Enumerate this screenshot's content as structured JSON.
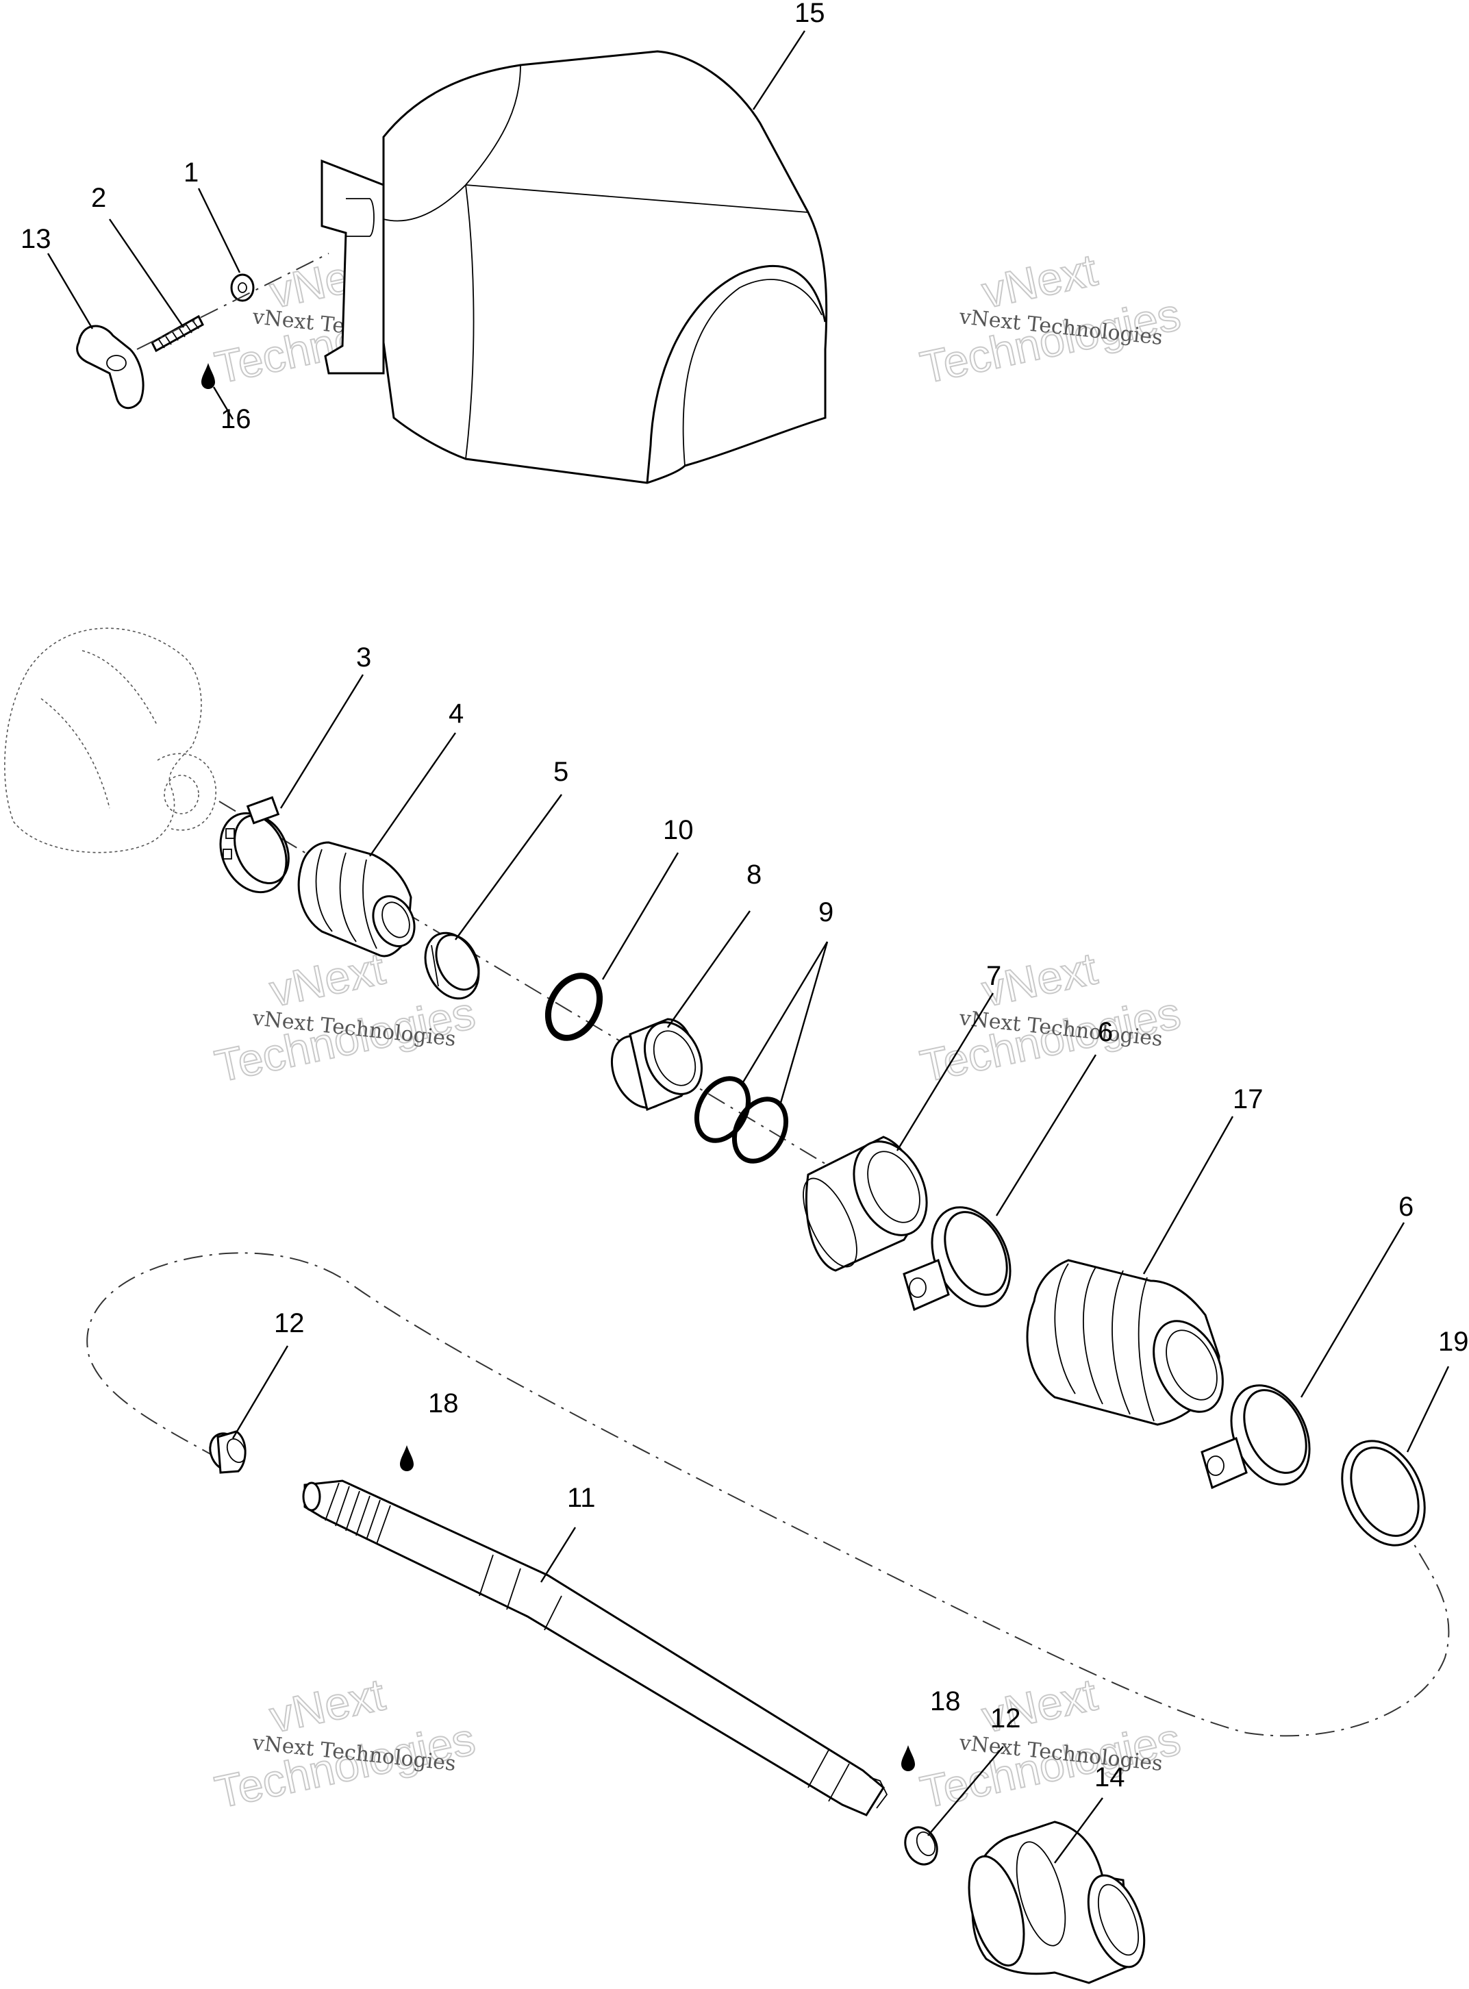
{
  "callouts": [
    {
      "id": "15",
      "label": "15"
    },
    {
      "id": "1",
      "label": "1"
    },
    {
      "id": "2",
      "label": "2"
    },
    {
      "id": "13",
      "label": "13"
    },
    {
      "id": "16",
      "label": "16"
    },
    {
      "id": "3",
      "label": "3"
    },
    {
      "id": "4",
      "label": "4"
    },
    {
      "id": "5",
      "label": "5"
    },
    {
      "id": "10",
      "label": "10"
    },
    {
      "id": "8",
      "label": "8"
    },
    {
      "id": "9",
      "label": "9"
    },
    {
      "id": "7",
      "label": "7"
    },
    {
      "id": "6a",
      "label": "6"
    },
    {
      "id": "17",
      "label": "17"
    },
    {
      "id": "6b",
      "label": "6"
    },
    {
      "id": "19",
      "label": "19"
    },
    {
      "id": "12a",
      "label": "12"
    },
    {
      "id": "18a",
      "label": "18"
    },
    {
      "id": "11",
      "label": "11"
    },
    {
      "id": "18b",
      "label": "18"
    },
    {
      "id": "12b",
      "label": "12"
    },
    {
      "id": "14",
      "label": "14"
    }
  ],
  "watermark": {
    "brand_line": "vNext Technologies",
    "word_top": "vNext",
    "word_bottom": "Technologies"
  }
}
